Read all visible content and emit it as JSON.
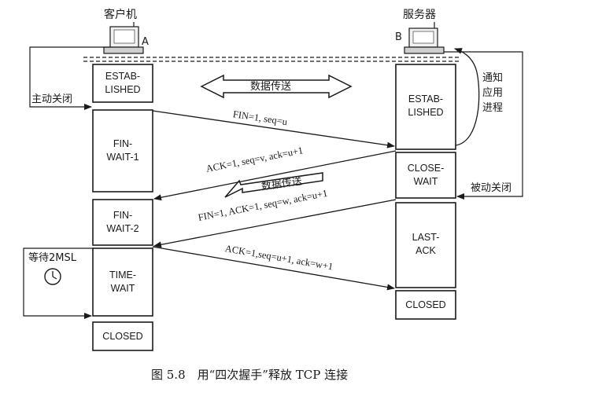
{
  "client": {
    "title": "客户机",
    "id": "A"
  },
  "server": {
    "title": "服务器",
    "id": "B"
  },
  "client_states": [
    "ESTAB-\nLISHED",
    "FIN-\nWAIT-1",
    "FIN-\nWAIT-2",
    "TIME-\nWAIT",
    "CLOSED"
  ],
  "server_states": [
    "ESTAB-\nLISHED",
    "CLOSE-\nWAIT",
    "LAST-\nACK",
    "CLOSED"
  ],
  "data_transfer_label": "数据传送",
  "data_transfer_label_2": "数据传送",
  "active_close": "主动关闭",
  "passive_close": "被动关闭",
  "notify_app": "通知\n应用\n进程",
  "wait_2msl": "等待2MSL",
  "messages": {
    "fin1": "FIN=1, seq=u",
    "ack1": "ACK=1, seq=v, ack=u+1",
    "fin2": "FIN=1, ACK=1, seq=w, ack=u+1",
    "ack2": "ACK=1,seq=u+1, ack=w+1"
  },
  "caption": "图 5.8　用“四次握手”释放 TCP 连接"
}
